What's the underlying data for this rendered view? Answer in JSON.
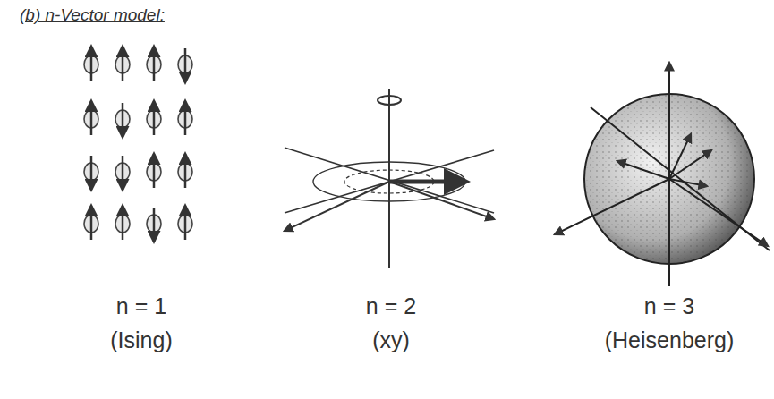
{
  "diagram": {
    "title": "(b) n-Vector model:",
    "labels": [
      "n = 1",
      "(Ising)",
      "n = 2",
      "(xy)",
      "n = 3",
      "(Heisenberg)"
    ]
  }
}
